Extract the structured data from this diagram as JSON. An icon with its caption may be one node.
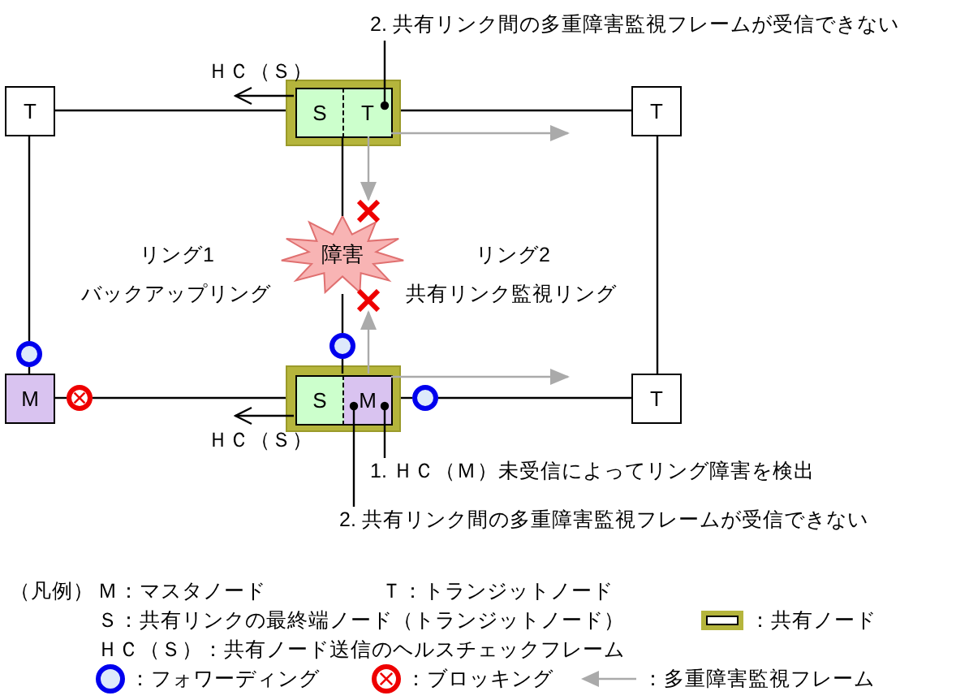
{
  "diagram": {
    "nodes": [
      {
        "text": [],
        "shape": "box"
      },
      {
        "text": [
          "S"
        ],
        "in": 0
      },
      {
        "text": [
          "T"
        ],
        "in": 0
      },
      {
        "text": [
          "T"
        ]
      },
      {
        "text": [
          "T"
        ]
      },
      {
        "text": [],
        "shape": "box"
      },
      {
        "text": [
          "S"
        ],
        "in": 5
      },
      {
        "text": [
          "M"
        ],
        "in": 5
      },
      {
        "text": [
          "M"
        ]
      },
      {
        "text": [
          "T"
        ]
      },
      {
        "text": [
          "障害"
        ]
      },
      {
        "text": [
          "2.  共有リンク間の多重障害監視フレームが受信できない"
        ]
      },
      {
        "text": [
          "1.  ＨＣ（Ｍ）未受信によってリング障害を検出"
        ]
      },
      {
        "text": [
          "2.  共有リンク間の多重障害監視フレームが受信できない"
        ]
      },
      {
        "text": [],
        "shape": "circle"
      },
      {
        "text": [],
        "shape": "circle"
      },
      {
        "text": [],
        "shape": "circle"
      },
      {
        "text": [],
        "shape": "circle"
      },
      {
        "text": [],
        "shape": "cross"
      },
      {
        "text": [],
        "shape": "cross"
      }
    ],
    "edges": [
      {
        "from": 3,
        "to": 0,
        "arrow": "none"
      },
      {
        "from": 0,
        "to": 4,
        "arrow": "none"
      },
      {
        "from": 1,
        "to": 10,
        "arrow": "none"
      },
      {
        "from": 10,
        "to": 15,
        "arrow": "none"
      },
      {
        "from": 15,
        "to": 6,
        "arrow": "none"
      },
      {
        "from": 4,
        "to": 9,
        "arrow": "none"
      },
      {
        "from": 3,
        "to": 14,
        "arrow": "none"
      },
      {
        "from": 14,
        "to": 8,
        "arrow": "none"
      },
      {
        "from": 8,
        "to": 17,
        "arrow": "none"
      },
      {
        "from": 17,
        "to": 5,
        "arrow": "none"
      },
      {
        "from": 5,
        "to": 16,
        "arrow": "none"
      },
      {
        "from": 16,
        "to": 9,
        "arrow": "none"
      },
      {
        "from": 1,
        "to": null,
        "arrow": "to",
        "label": "ＨＣ（Ｓ）"
      },
      {
        "from": 6,
        "to": null,
        "arrow": "to",
        "label": "ＨＣ（Ｓ）"
      },
      {
        "from": 2,
        "to": null,
        "arrow": "to",
        "color": "#aaaaaa"
      },
      {
        "from": 2,
        "to": 18,
        "arrow": "to",
        "color": "#aaaaaa"
      },
      {
        "from": 7,
        "to": 19,
        "arrow": "to",
        "color": "#aaaaaa"
      },
      {
        "from": 7,
        "to": null,
        "arrow": "to",
        "color": "#aaaaaa"
      },
      {
        "from": 11,
        "to": 2,
        "arrow": "other"
      },
      {
        "from": 12,
        "to": 7,
        "arrow": "other"
      },
      {
        "from": 13,
        "to": 7,
        "arrow": "other"
      }
    ],
    "labels": [
      "リング1",
      "バックアップリング",
      "リング2",
      "共有リンク監視リング",
      "（凡例）"
    ],
    "legend": [
      {
        "text": "Ｍ：マスタノード"
      },
      {
        "text": "Ｔ：トランジットノード"
      },
      {
        "text": "Ｓ：共有リンクの最終端ノード（トランジットノード）"
      },
      {
        "text": "ＨＣ（Ｓ）：共有ノード送信のヘルスチェックフレーム"
      },
      {
        "text": "：共有ノード"
      },
      {
        "text": "：フォワーディング"
      },
      {
        "text": "：ブロッキング"
      },
      {
        "text": "：多重障害監視フレーム"
      }
    ]
  }
}
